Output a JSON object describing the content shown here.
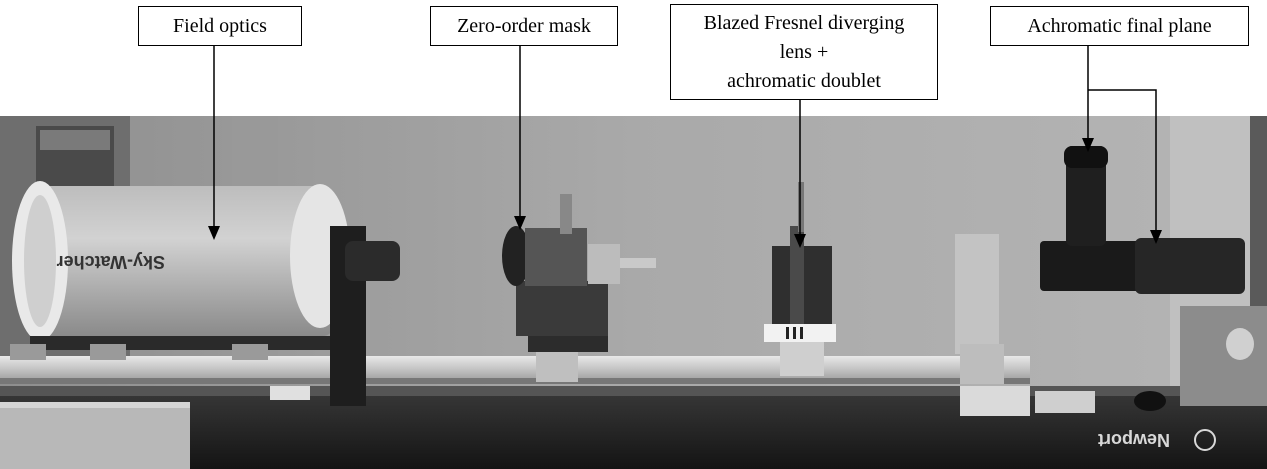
{
  "labels": {
    "field_optics": "Field optics",
    "zero_order_mask": "Zero-order mask",
    "fresnel_lens": "Blazed Fresnel diverging\nlens +\nachromatic doublet",
    "achromatic_final_plane": "Achromatic final plane"
  },
  "photo": {
    "telescope_brand": "Sky-Watcher",
    "table_brand": "Newport"
  }
}
